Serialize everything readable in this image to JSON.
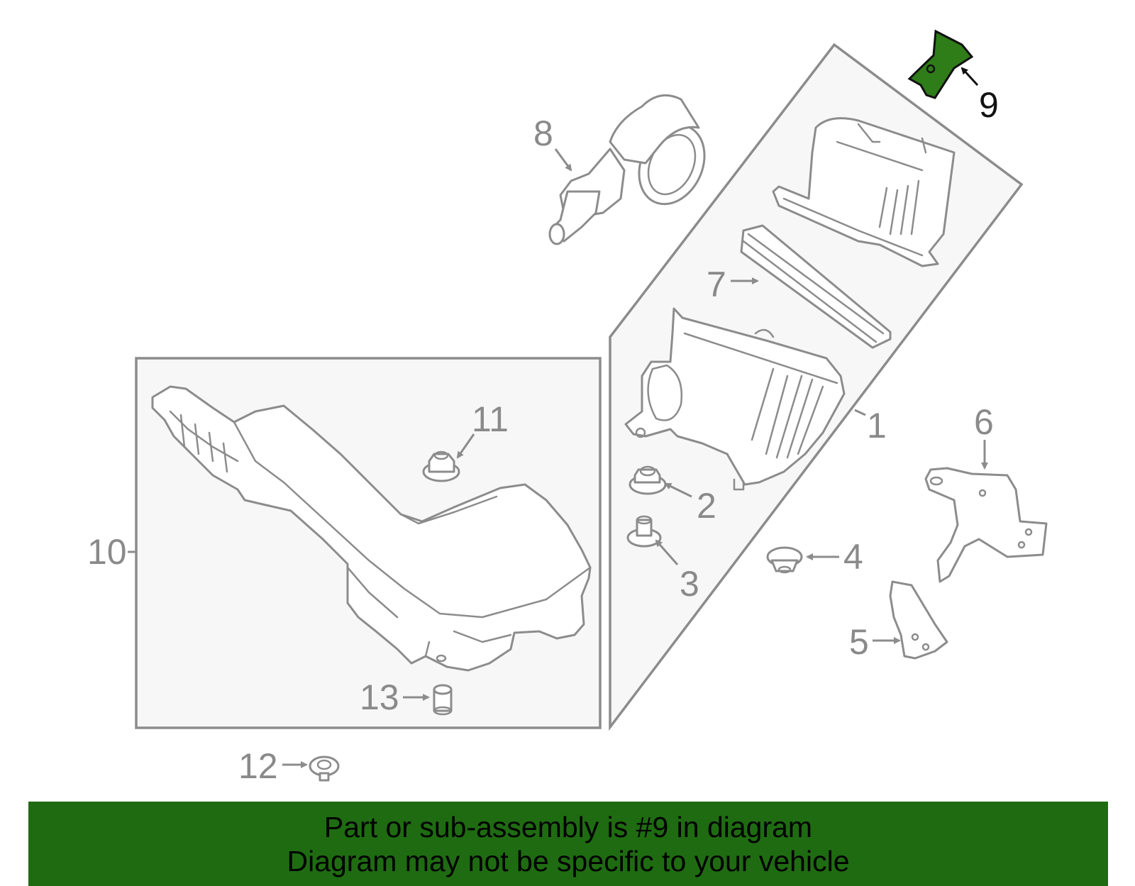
{
  "colors": {
    "banner_bg": "#1f6b12",
    "highlight_part": "#2f7d19",
    "outline": "#8c8c8c",
    "panel_fill": "#f7f7f7"
  },
  "callouts": {
    "c1": "1",
    "c2": "2",
    "c3": "3",
    "c4": "4",
    "c5": "5",
    "c6": "6",
    "c7": "7",
    "c8": "8",
    "c9": "9",
    "c10": "10",
    "c11": "11",
    "c12": "12",
    "c13": "13"
  },
  "highlighted_part": "9",
  "banner": {
    "line1": "Part or sub-assembly is #9 in diagram",
    "line2": "Diagram may not be specific to your vehicle"
  }
}
